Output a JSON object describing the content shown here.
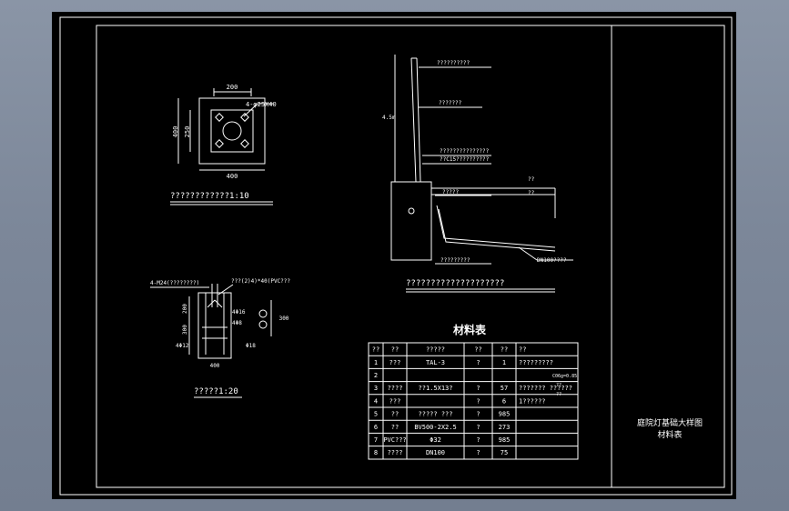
{
  "drawing": {
    "title_line1": "庭院灯基础大样图",
    "title_line2": "材料表"
  },
  "plan_view": {
    "dim_top": "200",
    "dim_bottom": "400",
    "dim_left": "400",
    "dim_left_inner": "250",
    "bolt_note": "4-φ25X40",
    "caption": "????????????1:10"
  },
  "section_view": {
    "note_top_left": "4-M24(????????)",
    "note_top_right": "???(2)4)*40(PVC???",
    "label_a": "200",
    "label_b": "300",
    "label_c": "4Φ16",
    "label_d": "4Φ12",
    "label_e": "Φ18",
    "label_f": "400",
    "label_g": "4Φ8",
    "label_r": "300",
    "caption": "?????1:20"
  },
  "elevation_view": {
    "height_label": "4.5m",
    "callouts": [
      "??????????",
      "???????",
      "???????????????",
      "??C15??????????",
      "??",
      "?????",
      "??",
      "DN100????",
      "?????????"
    ],
    "caption": "????????????????????"
  },
  "material_table": {
    "title": "材料表",
    "headers": [
      "??",
      "??",
      "?????",
      "??",
      "??",
      "??"
    ],
    "rows": [
      [
        "1",
        "???",
        "TAL-3",
        "?",
        "1",
        "?????????"
      ],
      [
        "2",
        "",
        "",
        "",
        "",
        ""
      ],
      [
        "3",
        "????",
        "??1.5X13?",
        "?",
        "57",
        "??????? ??????"
      ],
      [
        "4",
        "???",
        "",
        "?",
        "6",
        "1??????"
      ],
      [
        "5",
        "??",
        "?????  ???",
        "?",
        "985",
        ""
      ],
      [
        "6",
        "??",
        "BV500-2X2.5",
        "?",
        "273",
        ""
      ],
      [
        "7",
        "PVC???",
        "Φ32",
        "?",
        "985",
        ""
      ],
      [
        "8",
        "????",
        "DN100",
        "?",
        "75",
        ""
      ]
    ],
    "remark_block": [
      "C06g=0.85",
      "??",
      "??"
    ]
  },
  "colors": {
    "background": "#7c8799",
    "paper": "#000000",
    "line": "#ffffff"
  }
}
